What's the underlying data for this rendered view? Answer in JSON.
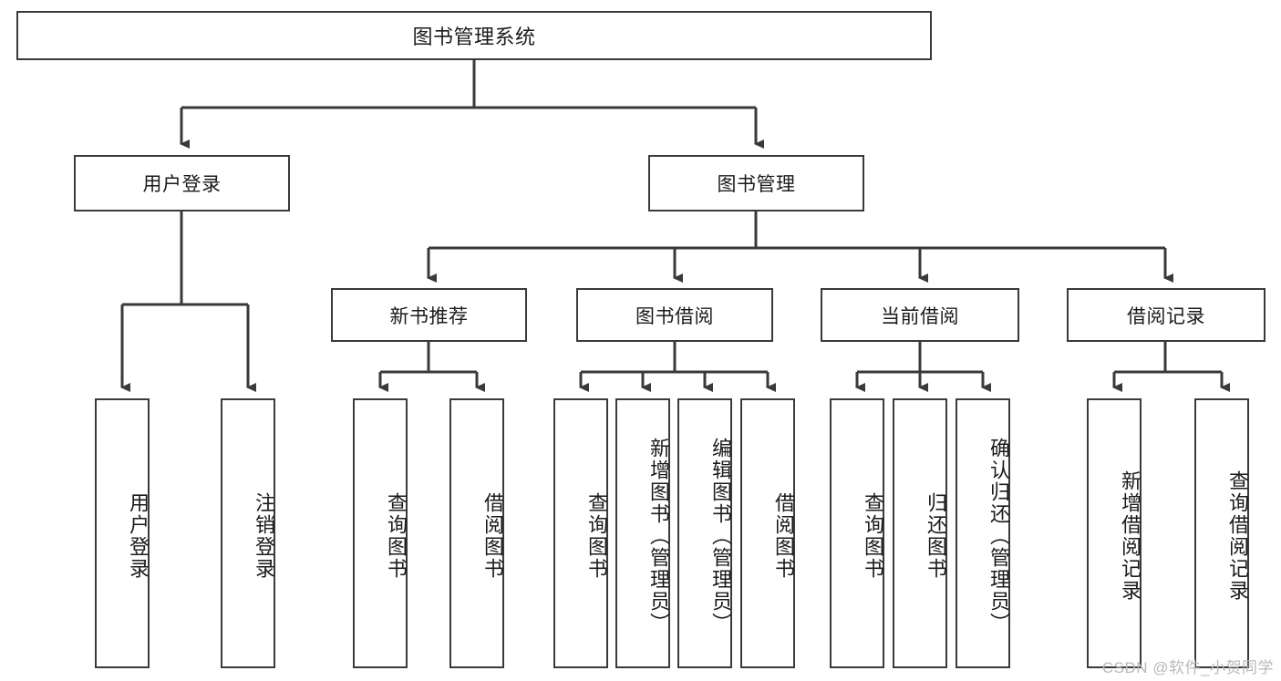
{
  "diagram": {
    "type": "tree-hierarchy",
    "title": "图书管理系统",
    "colors": {
      "stroke": "#3a3a3a",
      "fill": "#ffffff",
      "text": "#1b1b1b",
      "watermark": "#b9b9b9"
    },
    "root": {
      "label": "图书管理系统"
    },
    "level1": [
      {
        "label": "用户登录"
      },
      {
        "label": "图书管理"
      }
    ],
    "level2": [
      {
        "label": "新书推荐"
      },
      {
        "label": "图书借阅"
      },
      {
        "label": "当前借阅"
      },
      {
        "label": "借阅记录"
      }
    ],
    "leaves": {
      "user_login": [
        {
          "label": "用户登录"
        },
        {
          "label": "注销登录"
        }
      ],
      "new_book_recommend": [
        {
          "label": "查询图书"
        },
        {
          "label": "借阅图书"
        }
      ],
      "book_borrow": [
        {
          "label": "查询图书"
        },
        {
          "label": "新增图书（管理员）"
        },
        {
          "label": "编辑图书（管理员）"
        },
        {
          "label": "借阅图书"
        }
      ],
      "current_borrow": [
        {
          "label": "查询图书"
        },
        {
          "label": "归还图书"
        },
        {
          "label": "确认归还（管理员）"
        }
      ],
      "borrow_records": [
        {
          "label": "新增借阅记录"
        },
        {
          "label": "查询借阅记录"
        }
      ]
    }
  },
  "watermark": {
    "text": "CSDN @软件_小贺同学"
  }
}
